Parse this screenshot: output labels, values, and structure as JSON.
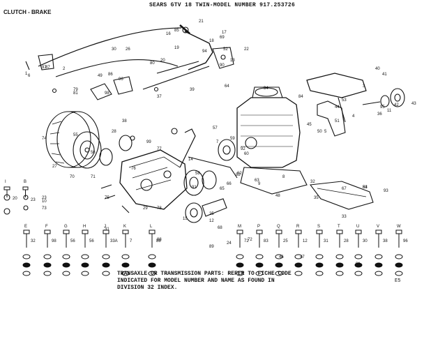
{
  "header": {
    "title": "SEARS GTV 18 TWIN-MODEL NUMBER 917.253726",
    "section": "CLUTCH - BRAKE"
  },
  "note": {
    "line1": "TRANSAXLE OR TRANSMISSION PARTS: REFER TO FICHE CODE",
    "line2": "INDICATED FOR MODEL NUMBER AND NAME AS FOUND IN",
    "line3": "DIVISION 32 INDEX."
  },
  "page_code": "E5",
  "hardware_rows": [
    {
      "letter": "I",
      "qty": "20"
    },
    {
      "letter": "B",
      "qty": "23"
    }
  ],
  "fasteners": [
    {
      "letter": "E",
      "num": "32"
    },
    {
      "letter": "F",
      "num": "98"
    },
    {
      "letter": "G",
      "num": "56"
    },
    {
      "letter": "H",
      "num": "56"
    },
    {
      "letter": "J",
      "num": "33A"
    },
    {
      "letter": "K",
      "num": "7"
    },
    {
      "letter": "L",
      "num": "88"
    },
    {
      "letter": "M",
      "num": "72"
    },
    {
      "letter": "P",
      "num": "83"
    },
    {
      "letter": "Q",
      "num": "25"
    },
    {
      "letter": "R",
      "num": "12"
    },
    {
      "letter": "S",
      "num": "31"
    },
    {
      "letter": "T",
      "num": "28"
    },
    {
      "letter": "U",
      "num": "30"
    },
    {
      "letter": "V",
      "num": "38"
    },
    {
      "letter": "W",
      "num": "96"
    }
  ],
  "callouts": [
    "1",
    "2",
    "3",
    "4",
    "5",
    "6",
    "7",
    "8",
    "9",
    "10",
    "11",
    "12",
    "13",
    "14",
    "15",
    "16",
    "17",
    "18",
    "19",
    "20",
    "21",
    "22",
    "23",
    "24",
    "25",
    "26",
    "27",
    "28",
    "29",
    "30",
    "31",
    "32",
    "33",
    "34",
    "35",
    "36",
    "37",
    "38",
    "39",
    "40",
    "41",
    "42",
    "43",
    "44",
    "45",
    "46",
    "47",
    "48",
    "49",
    "50",
    "51",
    "52",
    "53",
    "54",
    "55",
    "56",
    "57",
    "58",
    "59",
    "60",
    "61",
    "62",
    "63",
    "64",
    "65",
    "66",
    "67",
    "68",
    "69",
    "70",
    "71",
    "72",
    "73",
    "74",
    "75",
    "76",
    "77",
    "78",
    "79",
    "80",
    "81",
    "82",
    "83",
    "84",
    "85",
    "86",
    "87",
    "88",
    "89",
    "90",
    "91",
    "92",
    "93",
    "94",
    "95",
    "96",
    "97",
    "98",
    "99"
  ]
}
